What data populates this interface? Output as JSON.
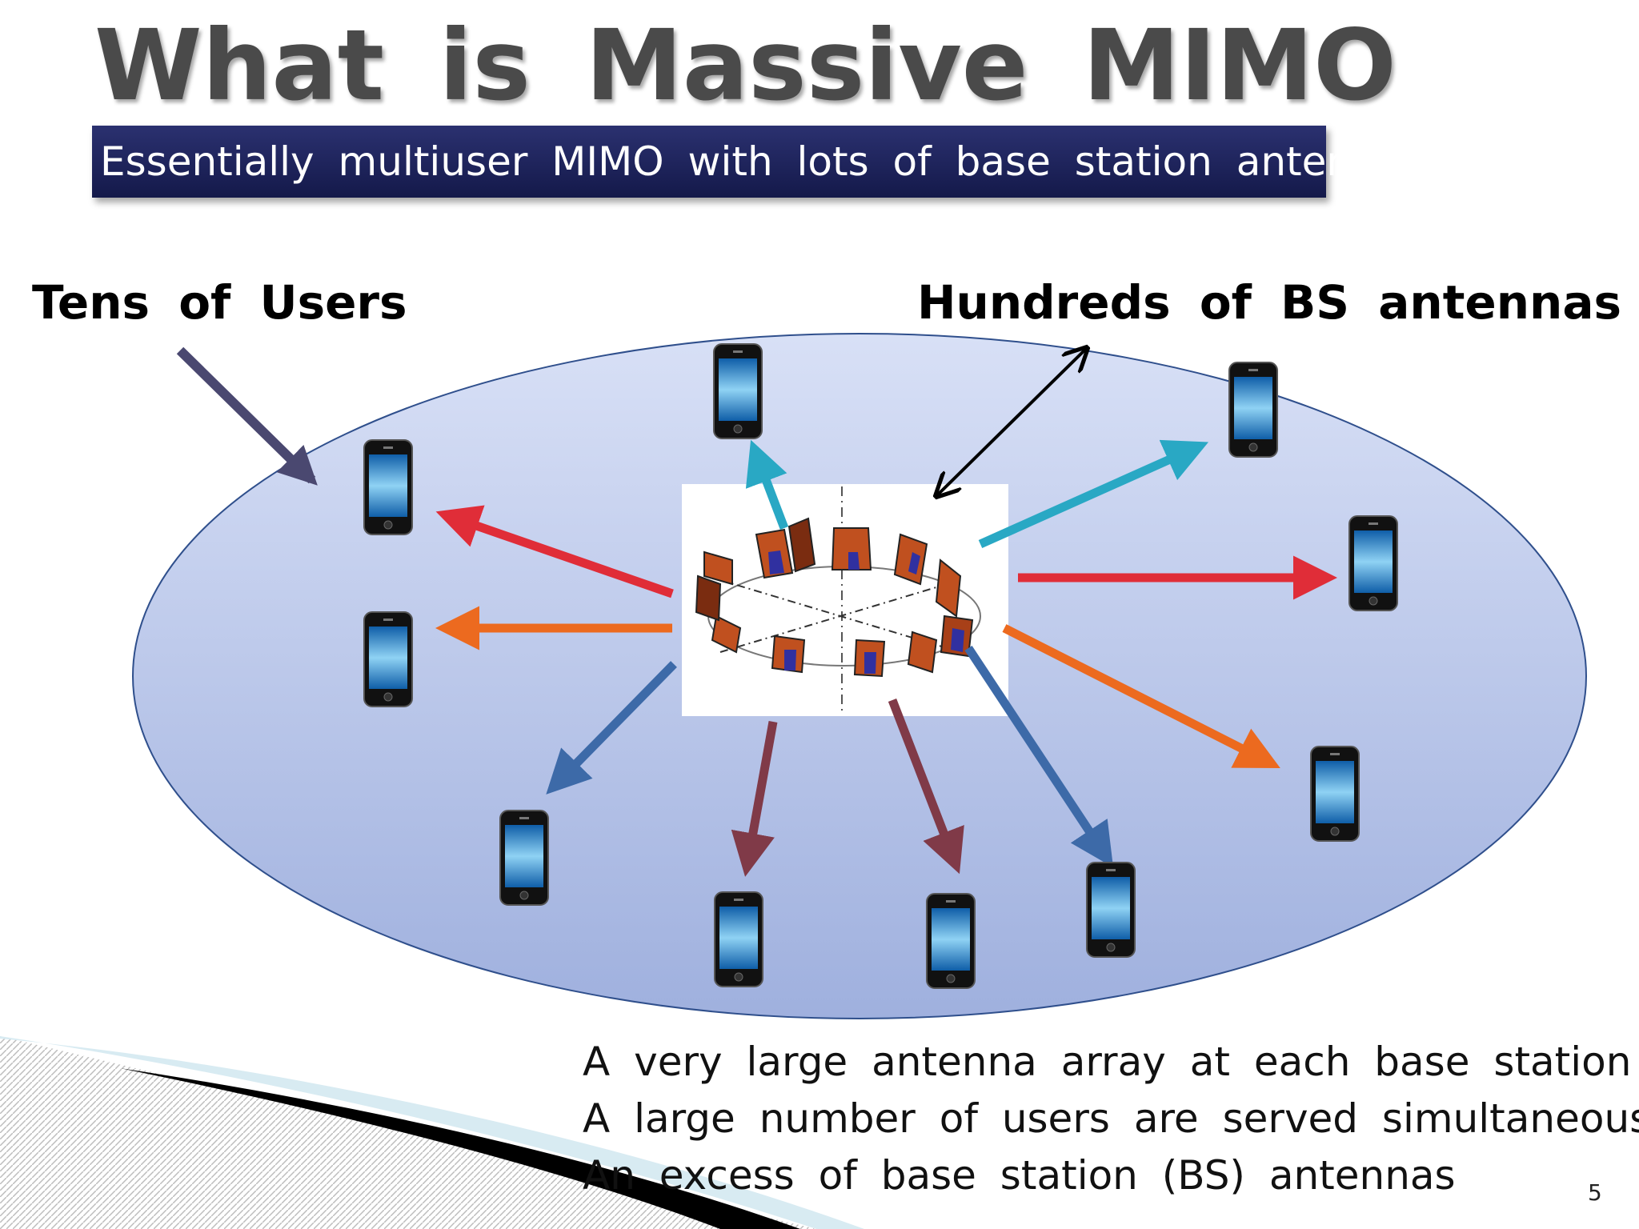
{
  "slide": {
    "title": "What is Massive MIMO",
    "subtitle": "Essentially multiuser MIMO with lots of base station antennas",
    "page_number": "5"
  },
  "labels": {
    "users": "Tens of Users",
    "antennas": "Hundreds of BS antennas"
  },
  "bullets": [
    "A very large antenna array at each base station",
    "A large number of users are served simultaneously",
    "An excess of base station (BS) antennas"
  ],
  "colors": {
    "title_text": "#4a4a4a",
    "subtitle_bar": "#1c2258",
    "cell_fill": "#c4cfee",
    "red_arrow": "#e02d38",
    "orange_arrow": "#ec6a1f",
    "cyan_arrow": "#29a8c4",
    "blue_arrow": "#3d6aa8",
    "maroon_arrow": "#803a48",
    "pointer_arrow": "#4a4870"
  },
  "icons": [
    "smartphone-icon",
    "antenna-array-icon"
  ]
}
